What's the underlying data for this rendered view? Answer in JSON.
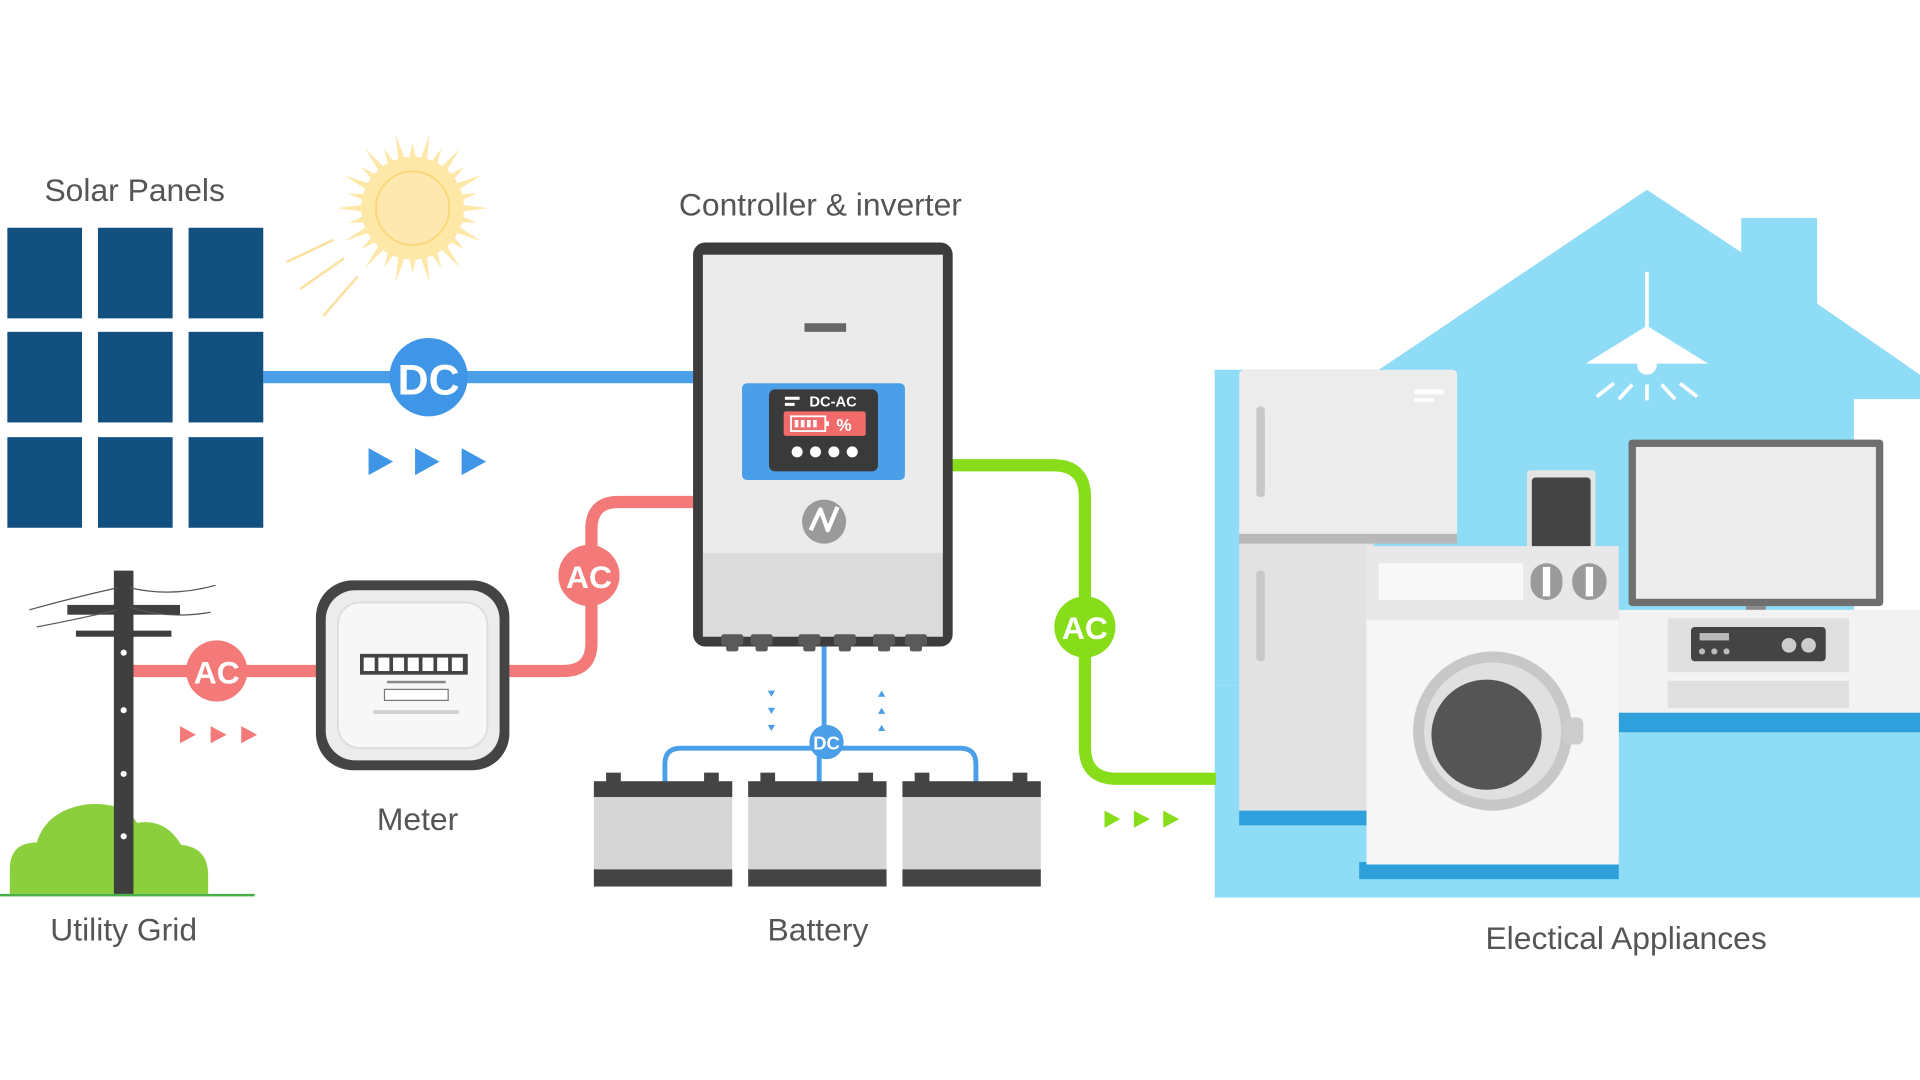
{
  "labels": {
    "solar_panels": "Solar Panels",
    "controller": "Controller & inverter",
    "meter": "Meter",
    "utility_grid": "Utility Grid",
    "battery": "Battery",
    "appliances": "Electical Appliances"
  },
  "badges": {
    "dc_solar": "DC",
    "ac_grid": "AC",
    "ac_meter": "AC",
    "ac_output": "AC",
    "dc_battery": "DC"
  },
  "display": {
    "mode": "DC-AC",
    "unit": "%"
  },
  "colors": {
    "dc_blue": "#4a9fe8",
    "ac_red": "#f47a7a",
    "ac_green": "#88dd1a",
    "panel_navy": "#11507f",
    "house_sky": "#8fdcf7",
    "sun_yellow": "#fde8a8"
  }
}
